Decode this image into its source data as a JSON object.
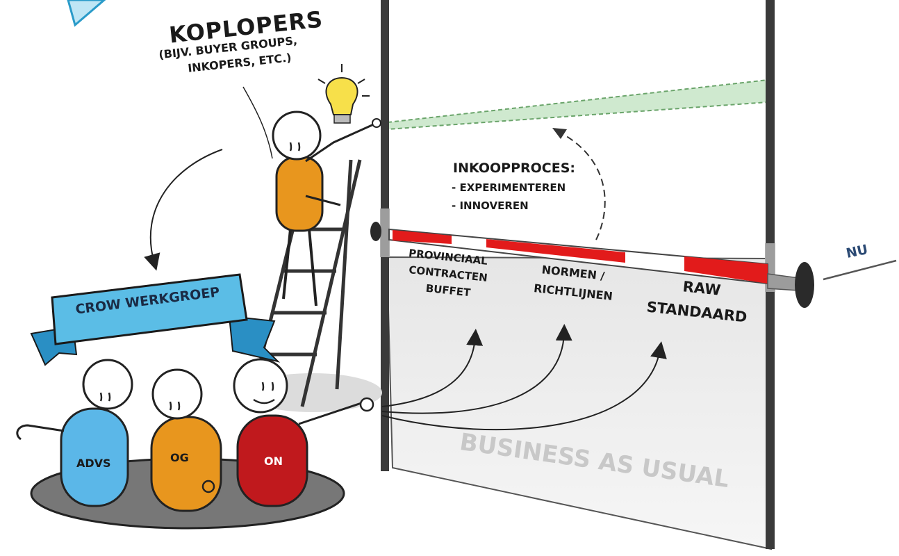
{
  "title": {
    "main": "KOPLOPERS",
    "sub_line1": "(BIJV. BUYER GROUPS,",
    "sub_line2": "INKOPERS, ETC.)"
  },
  "process": {
    "heading": "INKOOPPROCES:",
    "items": [
      "- EXPERIMENTEREN",
      "- INNOVEREN"
    ]
  },
  "barrier_labels": {
    "provincial": [
      "PROVINCIAAL",
      "CONTRACTEN",
      "BUFFET"
    ],
    "normen": [
      "NORMEN /",
      "RICHTLIJNEN"
    ],
    "raw": [
      "RAW",
      "STANDAARD"
    ]
  },
  "nu_label": "NU",
  "banner": "CROW WERKGROEP",
  "people": {
    "advs": "ADVS",
    "og": "OG",
    "on": "ON"
  },
  "bau": "BUSINESS AS USUAL",
  "colors": {
    "banner_blue": "#5bbde6",
    "person_blue": "#5bb7e8",
    "person_orange": "#e8961e",
    "person_red": "#c0191d",
    "barrier_red": "#e21b1b",
    "innovation_green": "#cfe9cf",
    "panel_grey": "#ececec",
    "bulb_yellow": "#f7e04a"
  }
}
